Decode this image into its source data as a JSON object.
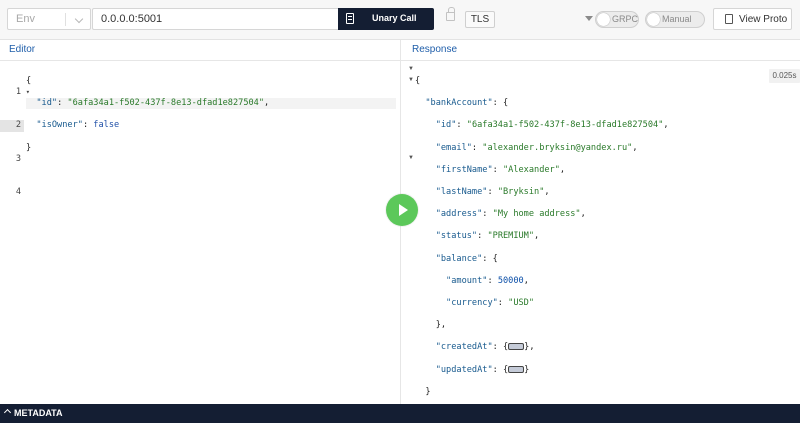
{
  "toolbar": {
    "env_placeholder": "Env",
    "address": "0.0.0.0:5001",
    "call_label": "Unary Call",
    "tls_label": "TLS",
    "grpc_label": "GRPC",
    "manual_label": "Manual",
    "view_proto_label": "View Proto"
  },
  "editor": {
    "title": "Editor",
    "line_numbers": [
      "1",
      "2",
      "3",
      "4"
    ],
    "request": {
      "id_key": "\"id\"",
      "id_value": "\"6afa34a1-f502-437f-8e13-dfad1e827504\"",
      "isOwner_key": "\"isOwner\"",
      "isOwner_value": "false"
    }
  },
  "response": {
    "title": "Response",
    "time": "0.025s",
    "bankAccount_key": "\"bankAccount\"",
    "id_key": "\"id\"",
    "id_value": "\"6afa34a1-f502-437f-8e13-dfad1e827504\"",
    "email_key": "\"email\"",
    "email_value": "\"alexander.bryksin@yandex.ru\"",
    "firstName_key": "\"firstName\"",
    "firstName_value": "\"Alexander\"",
    "lastName_key": "\"lastName\"",
    "lastName_value": "\"Bryksin\"",
    "address_key": "\"address\"",
    "address_value": "\"My home address\"",
    "status_key": "\"status\"",
    "status_value": "\"PREMIUM\"",
    "balance_key": "\"balance\"",
    "amount_key": "\"amount\"",
    "amount_value": "50000",
    "currency_key": "\"currency\"",
    "currency_value": "\"USD\"",
    "createdAt_key": "\"createdAt\"",
    "updatedAt_key": "\"updatedAt\""
  },
  "metadata": {
    "label": "METADATA"
  }
}
